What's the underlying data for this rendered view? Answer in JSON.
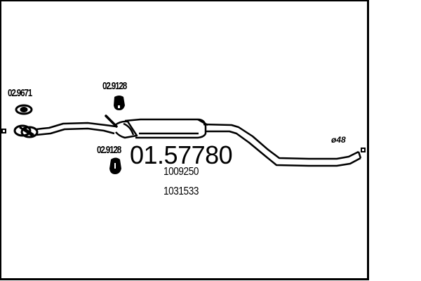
{
  "diagram": {
    "type": "exhaust-middle-silencer-parts-drawing",
    "main_part_number": "01.57780",
    "oe_numbers": [
      "1009250",
      "1031533"
    ],
    "pipe_diameter": "ø48",
    "accessories": [
      {
        "part_number": "02.9671",
        "kind": "gasket"
      },
      {
        "part_number": "02.9128",
        "kind": "rubber-mount-upper"
      },
      {
        "part_number": "02.9128",
        "kind": "rubber-mount-lower"
      }
    ],
    "colors": {
      "line": "#000000",
      "background": "#ffffff"
    }
  }
}
